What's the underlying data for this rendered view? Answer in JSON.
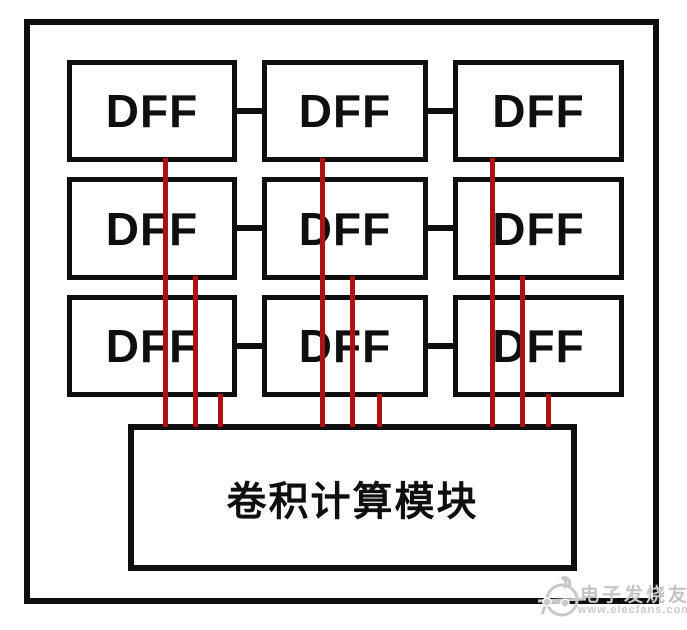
{
  "labels": {
    "dff": "DFF",
    "module": "卷积计算模块"
  },
  "watermark": {
    "brand": "电子发烧友",
    "url": "www.elecfans.com"
  },
  "colors": {
    "signal_line_red": "#b01010",
    "border_black": "#0f0f0f",
    "watermark_gray": "#c5c5c5"
  }
}
